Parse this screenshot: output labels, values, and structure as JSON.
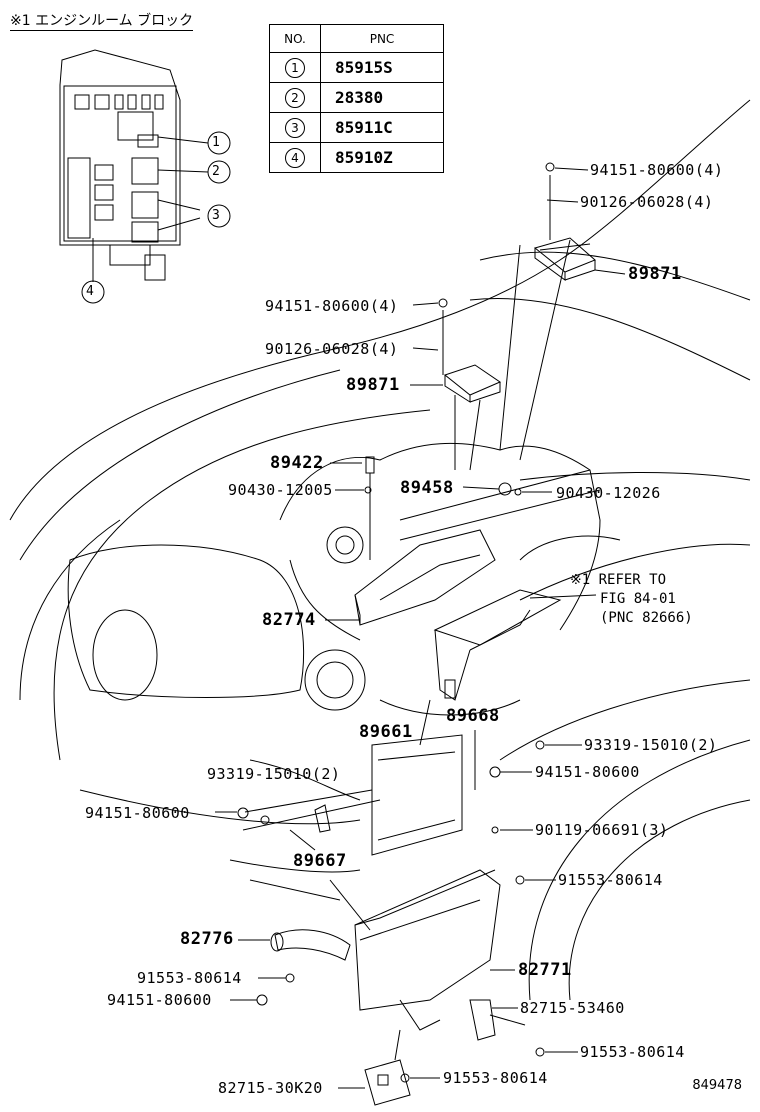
{
  "note_title": "※1 エンジンルーム ブロック",
  "inset_callouts": [
    "1",
    "2",
    "3",
    "4"
  ],
  "pnc_table": {
    "header_no": "NO.",
    "header_pnc": "PNC",
    "rows": [
      {
        "no": "1",
        "pnc": "85915S"
      },
      {
        "no": "2",
        "pnc": "28380"
      },
      {
        "no": "3",
        "pnc": "85911C"
      },
      {
        "no": "4",
        "pnc": "85910Z"
      }
    ]
  },
  "labels": {
    "p94151_top": "94151-80600(4)",
    "p90126_top": "90126-06028(4)",
    "p89871_right": "89871",
    "p94151_mid": "94151-80600(4)",
    "p90126_mid": "90126-06028(4)",
    "p89871_left": "89871",
    "p89422": "89422",
    "p90430_a": "90430-12005",
    "p89458": "89458",
    "p90430_b": "90430-12026",
    "p82774": "82774",
    "refer_1": "※1 REFER TO",
    "refer_2": "FIG 84-01",
    "refer_3": "(PNC 82666)",
    "p89661": "89661",
    "p89668": "89668",
    "p93319_r": "93319-15010(2)",
    "p93319_l": "93319-15010(2)",
    "p94151_r": "94151-80600",
    "p94151_l": "94151-80600",
    "p90119": "90119-06691(3)",
    "p89667": "89667",
    "p91553_a": "91553-80614",
    "p82776": "82776",
    "p82771": "82771",
    "p91553_b": "91553-80614",
    "p94151_b": "94151-80600",
    "p82715_a": "82715-53460",
    "p91553_c": "91553-80614",
    "p91553_d": "91553-80614",
    "p82715_b": "82715-30K20"
  },
  "figure_number": "849478"
}
